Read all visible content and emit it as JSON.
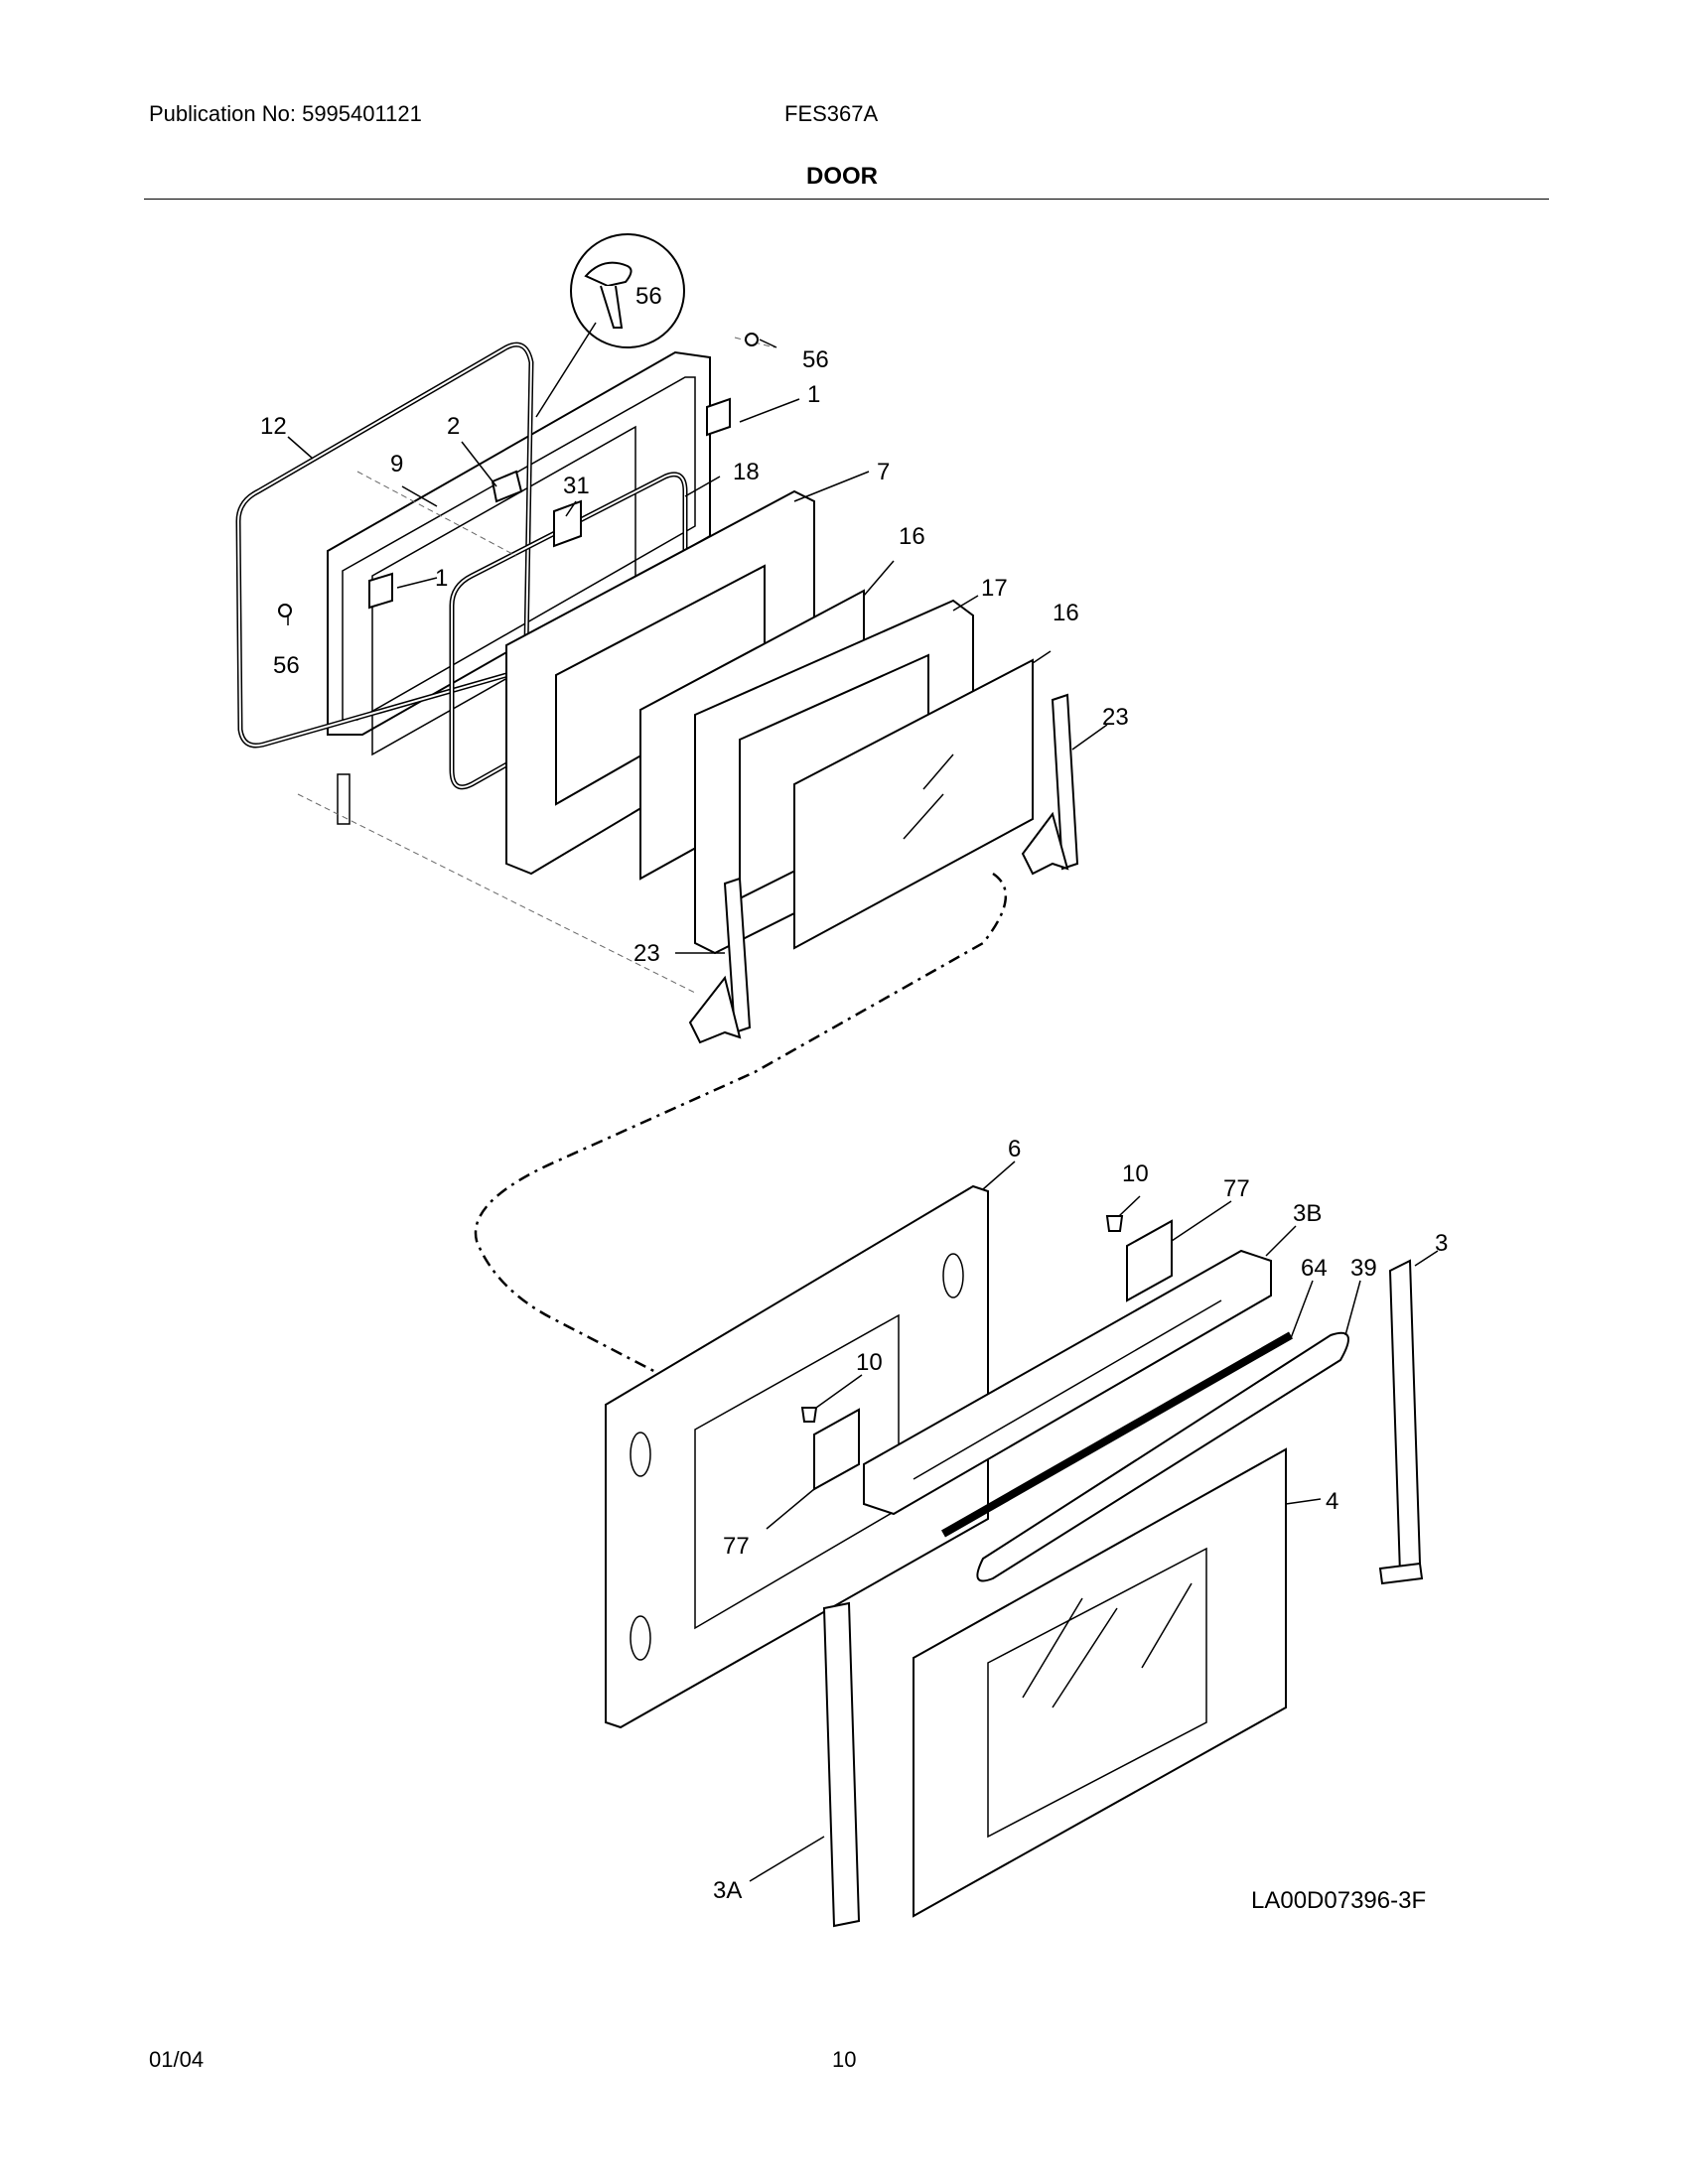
{
  "header": {
    "publication": "Publication No: 5995401121",
    "model": "FES367A",
    "title": "DOOR"
  },
  "footer": {
    "date": "01/04",
    "page": "10"
  },
  "diagram": {
    "drawing_code": "LA00D07396-3F",
    "callouts": {
      "c56_detail": "56",
      "c56_top": "56",
      "c1_top": "1",
      "c12": "12",
      "c2": "2",
      "c9": "9",
      "c31": "31",
      "c18": "18",
      "c7": "7",
      "c1_mid": "1",
      "c56_left": "56",
      "c16_a": "16",
      "c17": "17",
      "c16_b": "16",
      "c23_right": "23",
      "c23_left": "23",
      "c6": "6",
      "c10_top": "10",
      "c77_top": "77",
      "c3B": "3B",
      "c64": "64",
      "c39": "39",
      "c3": "3",
      "c10_mid": "10",
      "c77_bot": "77",
      "c4": "4",
      "c3A": "3A"
    }
  }
}
